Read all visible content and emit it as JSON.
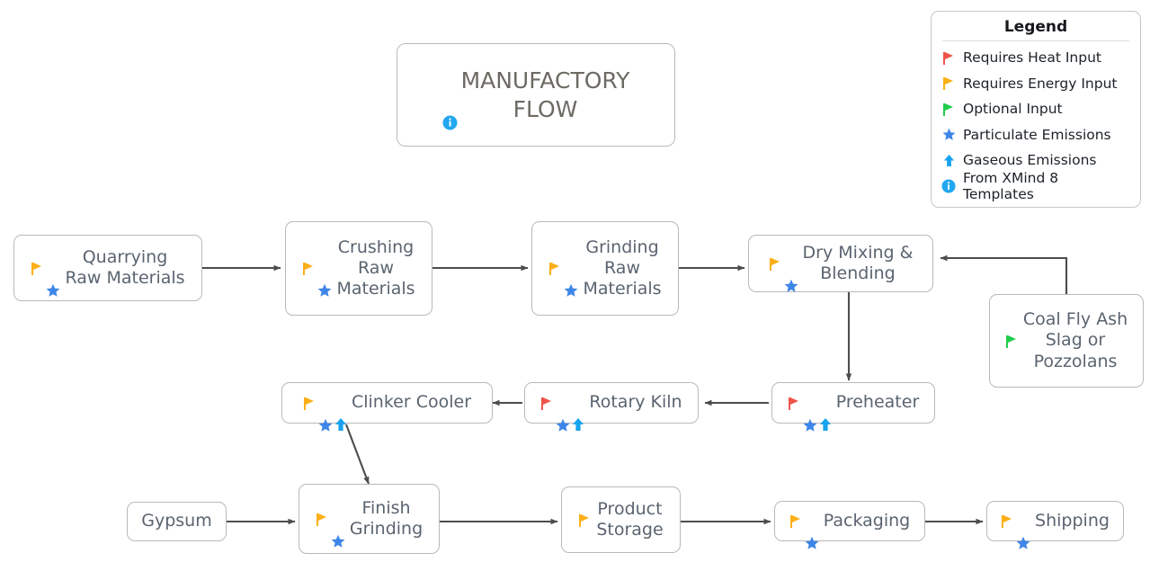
{
  "diagram": {
    "title_node": {
      "label": "MANUFACTORY\nFLOW",
      "icons": [
        "info-icon"
      ]
    },
    "nodes": [
      {
        "id": "quarrying",
        "label": "Quarrying\nRaw Materials",
        "icons": [
          "flag-yellow",
          "star-blue"
        ]
      },
      {
        "id": "crushing",
        "label": "Crushing\nRaw\nMaterials",
        "icons": [
          "flag-yellow",
          "star-blue"
        ]
      },
      {
        "id": "grinding",
        "label": "Grinding\nRaw\nMaterials",
        "icons": [
          "flag-yellow",
          "star-blue"
        ]
      },
      {
        "id": "drymixing",
        "label": "Dry Mixing &\nBlending",
        "icons": [
          "flag-yellow",
          "star-blue"
        ]
      },
      {
        "id": "coalflyash",
        "label": "Coal Fly Ash\nSlag or\nPozzolans",
        "icons": [
          "flag-green"
        ]
      },
      {
        "id": "preheater",
        "label": "Preheater",
        "icons": [
          "flag-red",
          "star-blue",
          "arrow-up-blue"
        ]
      },
      {
        "id": "rotarykiln",
        "label": "Rotary Kiln",
        "icons": [
          "flag-red",
          "star-blue",
          "arrow-up-blue"
        ]
      },
      {
        "id": "clinker",
        "label": "Clinker Cooler",
        "icons": [
          "flag-yellow",
          "star-blue",
          "arrow-up-blue"
        ]
      },
      {
        "id": "gypsum",
        "label": "Gypsum",
        "icons": []
      },
      {
        "id": "finishgrind",
        "label": "Finish\nGrinding",
        "icons": [
          "flag-yellow",
          "star-blue"
        ]
      },
      {
        "id": "storage",
        "label": "Product\nStorage",
        "icons": [
          "flag-yellow"
        ]
      },
      {
        "id": "packaging",
        "label": "Packaging",
        "icons": [
          "flag-yellow",
          "star-blue"
        ]
      },
      {
        "id": "shipping",
        "label": "Shipping",
        "icons": [
          "flag-yellow",
          "star-blue"
        ]
      }
    ],
    "edges": [
      {
        "from": "quarrying",
        "to": "crushing"
      },
      {
        "from": "crushing",
        "to": "grinding"
      },
      {
        "from": "grinding",
        "to": "drymixing"
      },
      {
        "from": "coalflyash",
        "to": "drymixing"
      },
      {
        "from": "drymixing",
        "to": "preheater"
      },
      {
        "from": "preheater",
        "to": "rotarykiln"
      },
      {
        "from": "rotarykiln",
        "to": "clinker"
      },
      {
        "from": "clinker",
        "to": "finishgrind"
      },
      {
        "from": "gypsum",
        "to": "finishgrind"
      },
      {
        "from": "finishgrind",
        "to": "storage"
      },
      {
        "from": "storage",
        "to": "packaging"
      },
      {
        "from": "packaging",
        "to": "shipping"
      }
    ]
  },
  "legend": {
    "title": "Legend",
    "items": [
      {
        "icon": "flag-red",
        "label": "Requires Heat Input"
      },
      {
        "icon": "flag-yellow",
        "label": "Requires Energy Input"
      },
      {
        "icon": "flag-green",
        "label": "Optional Input"
      },
      {
        "icon": "star-blue",
        "label": "Particulate Emissions"
      },
      {
        "icon": "arrow-up-blue",
        "label": "Gaseous Emissions"
      },
      {
        "icon": "info-icon",
        "label": "From XMind 8 Templates"
      }
    ]
  },
  "colors": {
    "flag_heat": "#f0544a",
    "flag_energy": "#fcaf17",
    "flag_optional": "#1fce4d",
    "particulate": "#3d85e8",
    "gaseous": "#18a3ef",
    "info": "#22a7f0",
    "node_border": "#b9b9b9",
    "node_text": "#5a6470",
    "edge": "#4d4d4d"
  }
}
